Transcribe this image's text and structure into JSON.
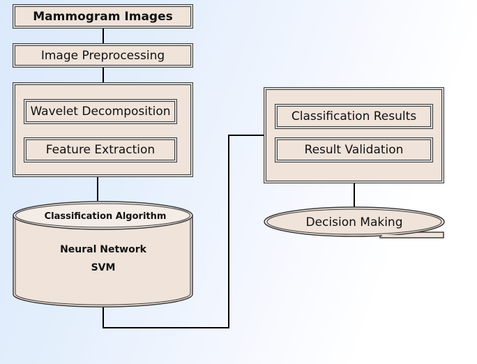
{
  "diagram": {
    "nodes": {
      "mammogram_images": "Mammogram Images",
      "image_preprocessing": "Image Preprocessing",
      "wavelet_decomposition": "Wavelet Decomposition",
      "feature_extraction": "Feature Extraction",
      "classification_algorithm": {
        "title": "Classification Algorithm",
        "items": [
          "Neural Network",
          "SVM"
        ]
      },
      "classification_results": "Classification Results",
      "result_validation": "Result Validation",
      "decision_making": "Decision Making"
    },
    "edges": [
      {
        "from": "mammogram_images",
        "to": "image_preprocessing"
      },
      {
        "from": "image_preprocessing",
        "to": "feature_group"
      },
      {
        "from": "feature_group",
        "to": "classification_algorithm"
      },
      {
        "from": "classification_algorithm",
        "to": "results_group"
      },
      {
        "from": "results_group",
        "to": "decision_making"
      }
    ],
    "colors": {
      "node_fill": "#efe3da",
      "node_border": "#3a3a3a",
      "connector": "#000000"
    }
  }
}
